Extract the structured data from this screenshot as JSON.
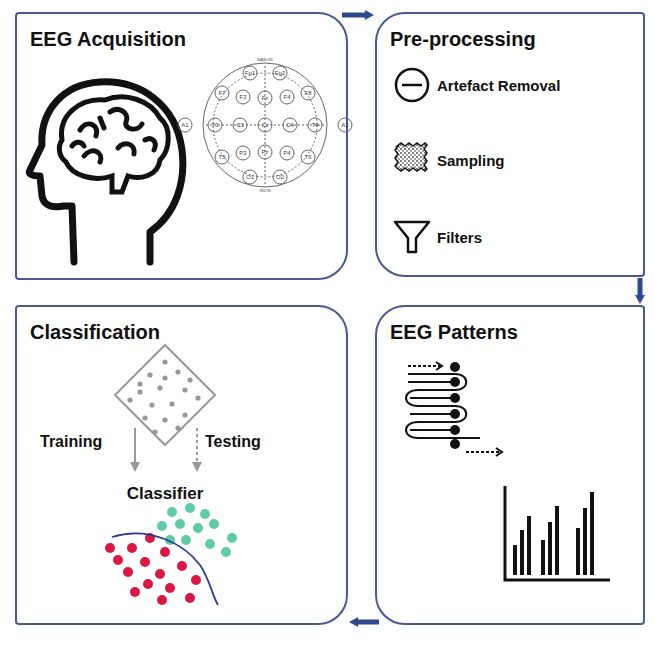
{
  "diagram": {
    "nodes": [
      {
        "text": [
          "EEG Acquisition"
        ]
      },
      {
        "text": [
          "Pre-processing"
        ]
      },
      {
        "text": [
          "Classification"
        ]
      },
      {
        "text": [
          "EEG Patterns"
        ]
      }
    ],
    "edges": [
      {
        "from": 0,
        "to": 1,
        "arrow": "to"
      },
      {
        "from": 1,
        "to": 3,
        "arrow": "to"
      },
      {
        "from": 3,
        "to": 2,
        "arrow": "to"
      }
    ],
    "labels": [
      "Artefact Removal",
      "Sampling",
      "Filters",
      "Training",
      "Testing",
      "Classifier",
      "NASION",
      "INION",
      "Fp1",
      "Fp2",
      "F7",
      "F3",
      "Fz",
      "F4",
      "F8",
      "A1",
      "T3",
      "C3",
      "Cz",
      "C4",
      "T4",
      "A2",
      "T5",
      "P3",
      "Pz",
      "P4",
      "T6",
      "O1",
      "O2"
    ]
  }
}
